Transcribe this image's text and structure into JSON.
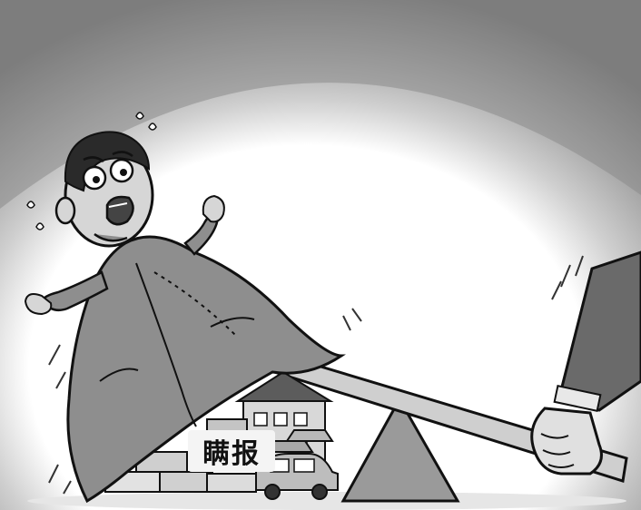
{
  "illustration": {
    "label_text": "瞒报",
    "colors": {
      "background_dark": "#7a7a7a",
      "background_light": "#ffffff",
      "cloak": "#8e8e8e",
      "outline": "#111111",
      "sleeve": "#6a6a6a",
      "skin": "#d6d6d6"
    },
    "icons": [
      "worried-man",
      "cloak",
      "seesaw-plank",
      "triangle-fulcrum",
      "hand-pressing",
      "house",
      "car",
      "money-stacks",
      "gold-bars"
    ]
  }
}
